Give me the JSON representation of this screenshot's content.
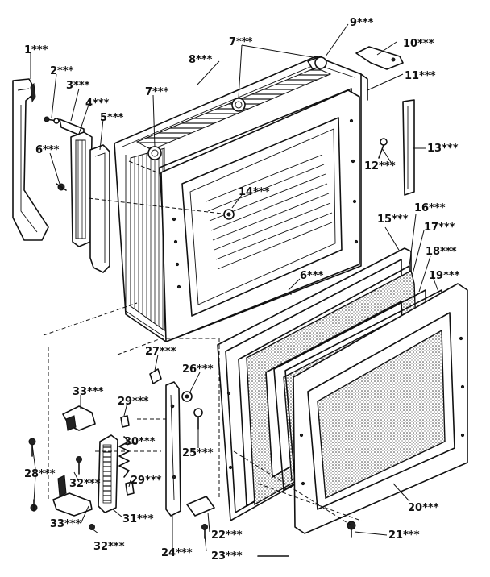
{
  "diagram": {
    "part_labels": [
      {
        "id": "p1",
        "text": "1***"
      },
      {
        "id": "p2",
        "text": "2***"
      },
      {
        "id": "p3",
        "text": "3***"
      },
      {
        "id": "p4",
        "text": "4***"
      },
      {
        "id": "p5",
        "text": "5***"
      },
      {
        "id": "p6a",
        "text": "6***"
      },
      {
        "id": "p6b",
        "text": "6***"
      },
      {
        "id": "p7a",
        "text": "7***"
      },
      {
        "id": "p7b",
        "text": "7***"
      },
      {
        "id": "p8",
        "text": "8***"
      },
      {
        "id": "p9",
        "text": "9***"
      },
      {
        "id": "p10",
        "text": "10***"
      },
      {
        "id": "p11",
        "text": "11***"
      },
      {
        "id": "p12",
        "text": "12***"
      },
      {
        "id": "p13",
        "text": "13***"
      },
      {
        "id": "p14",
        "text": "14***"
      },
      {
        "id": "p15",
        "text": "15***"
      },
      {
        "id": "p16",
        "text": "16***"
      },
      {
        "id": "p17",
        "text": "17***"
      },
      {
        "id": "p18",
        "text": "18***"
      },
      {
        "id": "p19",
        "text": "19***"
      },
      {
        "id": "p20",
        "text": "20***"
      },
      {
        "id": "p21",
        "text": "21***"
      },
      {
        "id": "p22",
        "text": "22***"
      },
      {
        "id": "p23",
        "text": "23***"
      },
      {
        "id": "p24",
        "text": "24***"
      },
      {
        "id": "p25",
        "text": "25***"
      },
      {
        "id": "p26",
        "text": "26***"
      },
      {
        "id": "p27",
        "text": "27***"
      },
      {
        "id": "p28",
        "text": "28***"
      },
      {
        "id": "p29a",
        "text": "29***"
      },
      {
        "id": "p29b",
        "text": "29***"
      },
      {
        "id": "p30",
        "text": "30***"
      },
      {
        "id": "p31",
        "text": "31***"
      },
      {
        "id": "p32a",
        "text": "32***"
      },
      {
        "id": "p32b",
        "text": "32***"
      },
      {
        "id": "p33a",
        "text": "33***"
      },
      {
        "id": "p33b",
        "text": "33***"
      }
    ]
  }
}
